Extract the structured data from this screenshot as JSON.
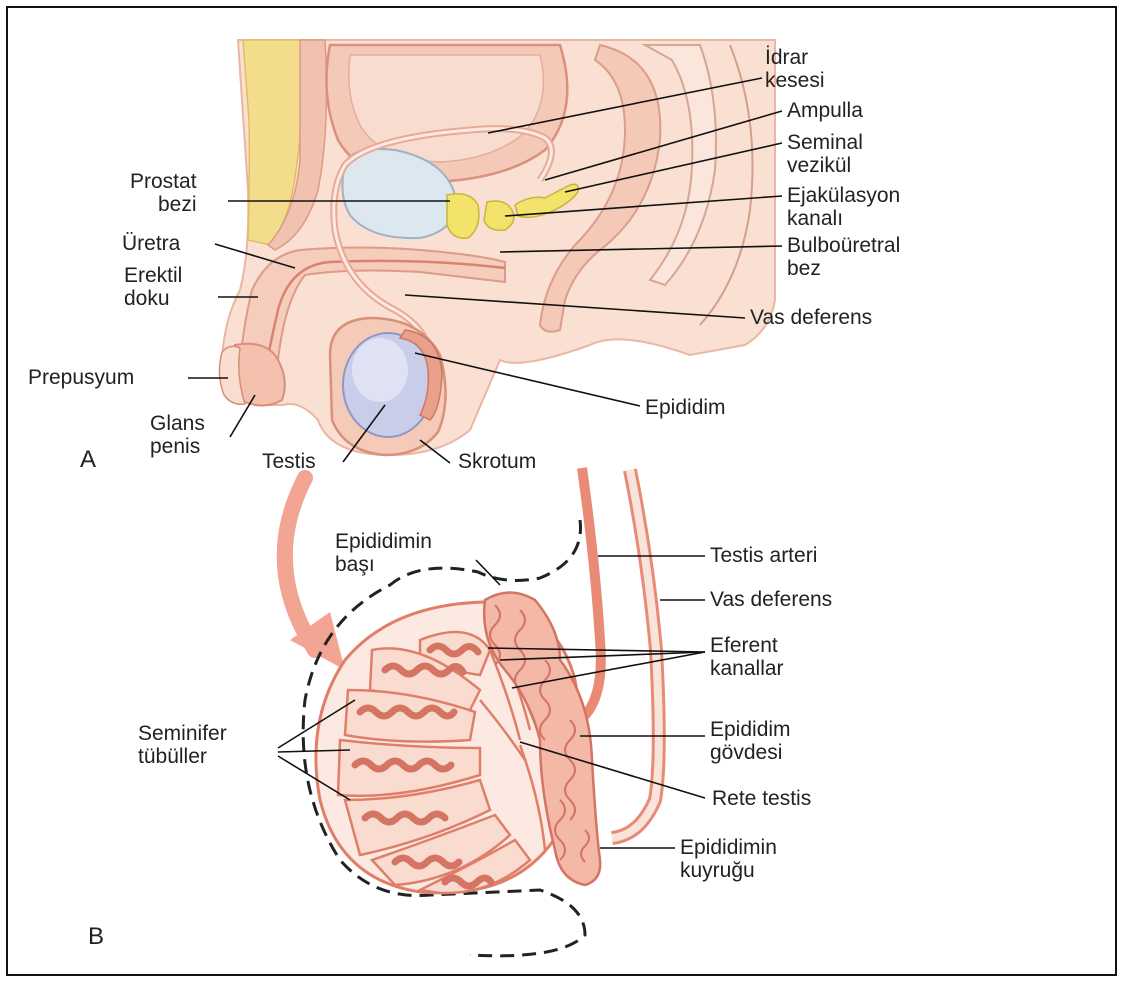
{
  "panel_a": {
    "letter": "A",
    "labels": {
      "idrar_kesesi": "İdrar\nkesesi",
      "ampulla": "Ampulla",
      "seminal_vezikul": "Seminal\nvezikül",
      "prostat_bezi": "Prostat\nbezi",
      "ejakulasyon_kanali": "Ejakülasyon\nkanalı",
      "uretra": "Üretra",
      "bulbouretral_bez": "Bulboüretral\nbez",
      "erektil_doku": "Erektil\ndoku",
      "vas_deferens": "Vas deferens",
      "prepusyum": "Prepusyum",
      "epididim": "Epididim",
      "glans_penis": "Glans\npenis",
      "testis": "Testis",
      "skrotum": "Skrotum"
    }
  },
  "panel_b": {
    "letter": "B",
    "labels": {
      "epididimin_basi": "Epididimin\nbaşı",
      "testis_arteri": "Testis arteri",
      "vas_deferens": "Vas deferens",
      "eferent_kanallar": "Eferent\nkanallar",
      "seminifer_tubuller": "Seminifer\ntübüller",
      "epididim_govdesi": "Epididim\ngövdesi",
      "rete_testis": "Rete testis",
      "epididimin_kuyrugu": "Epididimin\nkuyruğu"
    }
  },
  "colors": {
    "tissue": "#f6d3c4",
    "tissue_dark": "#e9a58f",
    "duct": "#e98a77",
    "gland": "#f3e36a",
    "testis": "#c9cde9",
    "fat": "#f3dd8d",
    "arrow": "#f2a592"
  }
}
